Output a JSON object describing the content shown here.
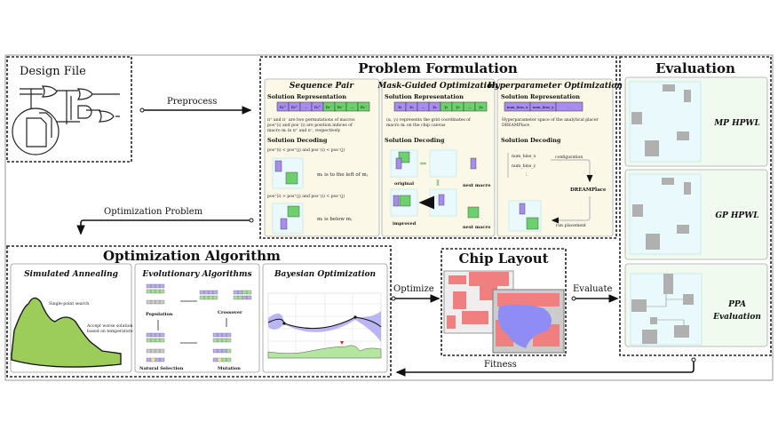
{
  "design_file": {
    "title": "Design File"
  },
  "arrows": {
    "preprocess": "Preprocess",
    "optimization_problem": "Optimization Problem",
    "optimize": "Optimize",
    "evaluate": "Evaluate",
    "fitness": "Fitness"
  },
  "problem_formulation": {
    "title": "Problem Formulation",
    "sequence_pair": {
      "title": "Sequence Pair",
      "rep_heading": "Solution Representation",
      "rep_cells": [
        "π₁⁺",
        "π₂⁺",
        "...",
        "πₙ⁺",
        "π₁⁻",
        "π₂⁻",
        "...",
        "πₙ⁻"
      ],
      "rep_text": [
        "π⁺ and π⁻ are two permutations of macros",
        "pos⁺(i) and pos⁻(i) are position indices of",
        "macro mᵢ in π⁺ and π⁻, respectively"
      ],
      "dec_heading": "Solution Decoding",
      "cond1": "pos⁺(i) < pos⁺(j) and pos⁻(i) < pos⁻(j)",
      "res1": "mᵢ is to the left of mⱼ",
      "cond2": "pos⁺(i) > pos⁺(j) and pos⁻(i) < pos⁻(j)",
      "res2": "mᵢ is below mⱼ",
      "mi": "mᵢ",
      "mj": "mⱼ"
    },
    "mask_guided": {
      "title": "Mask-Guided Optimization",
      "rep_heading": "Solution Representation",
      "rep_cells": [
        "x₁",
        "x₂",
        "...",
        "xₖ",
        "y₁",
        "y₂",
        "...",
        "yₖ"
      ],
      "rep_text": [
        "(xᵢ, yᵢ) represents the grid coordinates of",
        "macro mᵢ on the chip canvas"
      ],
      "dec_heading": "Solution Decoding",
      "original": "original",
      "improved": "improved",
      "next_macro": "next macro"
    },
    "hyperparameter": {
      "title": "Hyperparameter Optimization",
      "rep_heading": "Solution Representation",
      "rep_cells": [
        "num_bins_x",
        "num_bins_y",
        "..."
      ],
      "rep_text": [
        "Hyperparameter space of the analytical placer",
        "DREAMPlace"
      ],
      "dec_heading": "Solution Decoding",
      "params": [
        "num_bins_x",
        "num_bins_y",
        "⋮"
      ],
      "configuration": "configuration",
      "dreamplace": "DREAMPlace",
      "run_placement": "run placement"
    }
  },
  "evaluation": {
    "title": "Evaluation",
    "metrics": [
      "MP HPWL",
      "GP HPWL",
      "PPA",
      "Evaluation"
    ]
  },
  "optimization_algorithm": {
    "title": "Optimization Algorithm",
    "simulated_annealing": {
      "title": "Simulated Annealing",
      "note1": "Single-point search",
      "note2": "Accept worse solution",
      "note3": "based on temperature"
    },
    "evolutionary": {
      "title": "Evolutionary Algorithms",
      "population": "Population",
      "crossover": "Crossover",
      "natural_selection": "Natural Selection",
      "mutation": "Mutation"
    },
    "bayesian": {
      "title": "Bayesian Optimization"
    }
  },
  "chip_layout": {
    "title": "Chip Layout"
  },
  "colors": {
    "purple": "#a98cf0",
    "green": "#6cd16c",
    "panel": "#fcf8e8",
    "eval_panel": "#f0faee",
    "chip_red": "#f08080",
    "chip_blue": "#8f8cf5"
  }
}
